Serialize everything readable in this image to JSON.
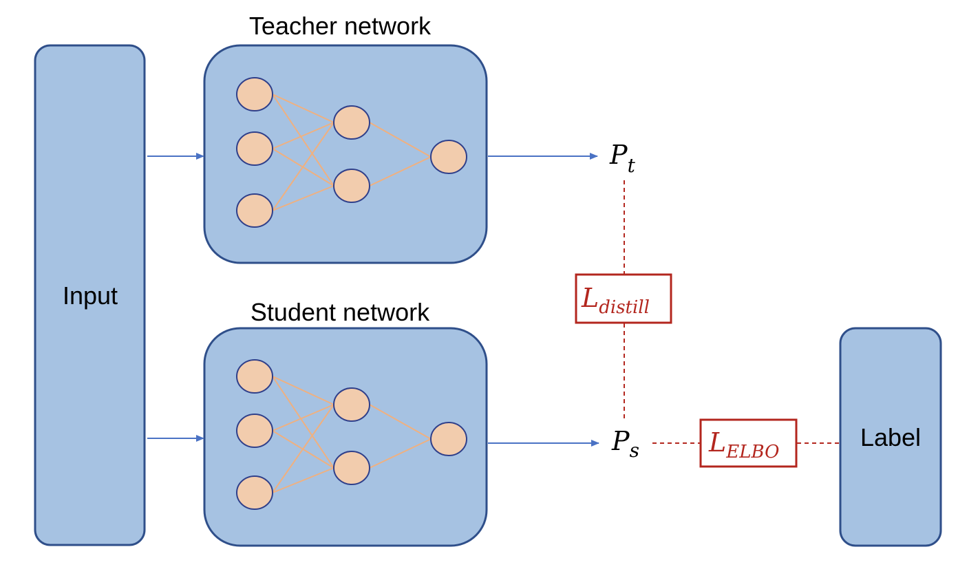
{
  "input": {
    "label": "Input"
  },
  "teacher": {
    "title": "Teacher network",
    "output_main": "P",
    "output_sub": "t"
  },
  "student": {
    "title": "Student network",
    "output_main": "P",
    "output_sub": "s"
  },
  "label_box": {
    "label": "Label"
  },
  "losses": {
    "distill": {
      "main": "L",
      "sub": "distill"
    },
    "elbo": {
      "main": "L",
      "sub": "ELBO"
    }
  },
  "colors": {
    "box_fill": "#a6c2e2",
    "box_stroke": "#2f4f8a",
    "node_fill": "#f2ccad",
    "node_stroke": "#2f3f8a",
    "edge": "#f0b07f",
    "arrow": "#4a72c4",
    "loss": "#b3261e"
  }
}
